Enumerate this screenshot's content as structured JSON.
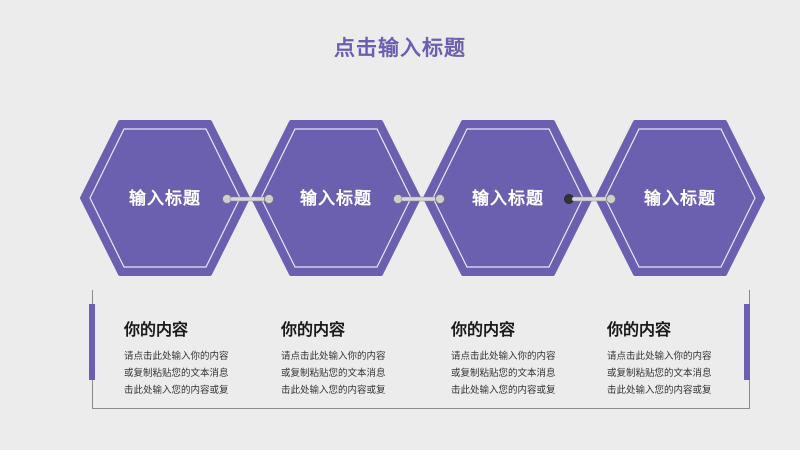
{
  "title": "点击输入标题",
  "accent": "#6b5fb0",
  "steps": [
    {
      "label": "输入标题"
    },
    {
      "label": "输入标题"
    },
    {
      "label": "输入标题"
    },
    {
      "label": "输入标题"
    }
  ],
  "columns": [
    {
      "heading": "你的内容",
      "lines": [
        "请点击此处输入你的内容",
        "或复制粘贴您的文本消息",
        "击此处输入您的内容或复"
      ]
    },
    {
      "heading": "你的内容",
      "lines": [
        "请点击此处输入你的内容",
        "或复制粘贴您的文本消息",
        "击此处输入您的内容或复"
      ]
    },
    {
      "heading": "你的内容",
      "lines": [
        "请点击此处输入你的内容",
        "或复制粘贴您的文本消息",
        "击此处输入您的内容或复"
      ]
    },
    {
      "heading": "你的内容",
      "lines": [
        "请点击此处输入你的内容",
        "或复制粘贴您的文本消息",
        "击此处输入您的内容或复"
      ]
    }
  ]
}
